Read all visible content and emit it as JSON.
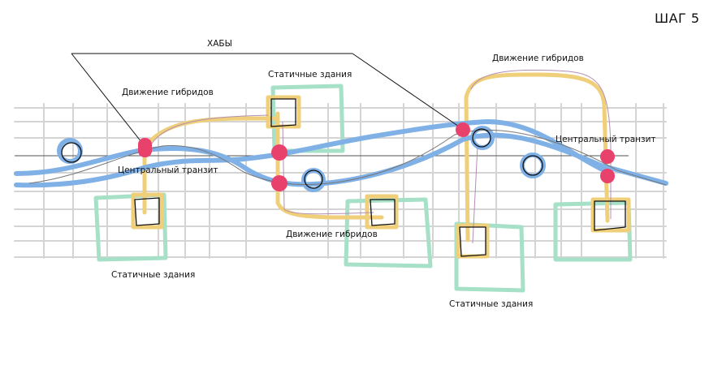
{
  "step": {
    "title": "ШАГ 5"
  },
  "labels": {
    "hubs": "ХАБЫ",
    "hybrid_movement": "Движение гибридов",
    "static_buildings": "Статичные здания",
    "central_transit": "Центральный транзит"
  },
  "colors": {
    "grid": "#d4d4d4",
    "central_transit": "#7fb0e6",
    "hybrid_movement": "#f0cf7a",
    "static_buildings": "#a6e0c6",
    "hubs": "#e8416b",
    "ink": "#111111"
  }
}
